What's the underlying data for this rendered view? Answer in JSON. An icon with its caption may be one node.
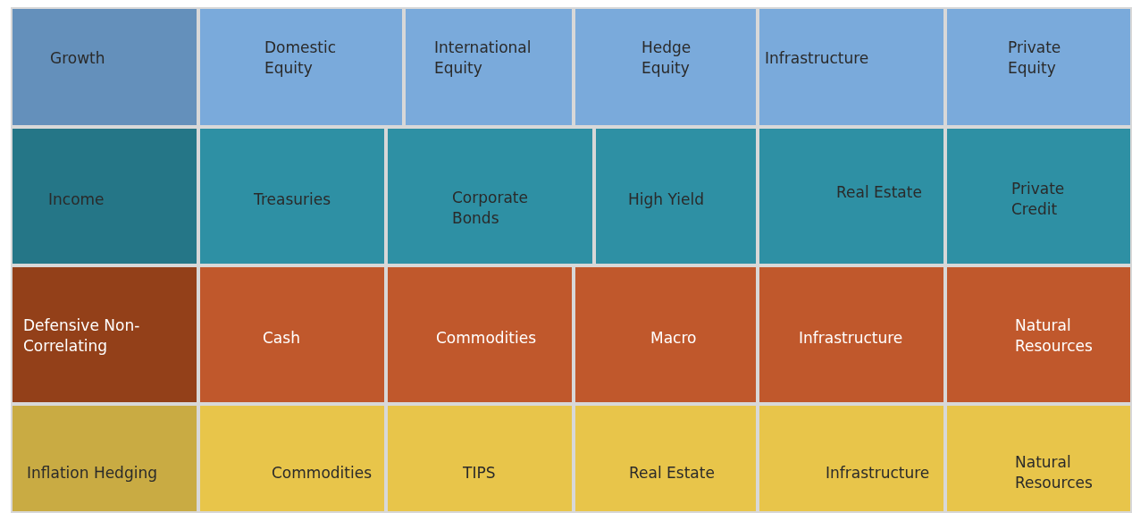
{
  "diagram": {
    "nodes": [
      {
        "text": [
          "Growth"
        ]
      },
      {
        "text": [
          "Domestic Equity"
        ]
      },
      {
        "text": [
          "International Equity"
        ]
      },
      {
        "text": [
          "Hedge Equity"
        ]
      },
      {
        "text": [
          "Infrastructure"
        ]
      },
      {
        "text": [
          "Private Equity"
        ]
      },
      {
        "text": [
          "Income"
        ]
      },
      {
        "text": [
          "Treasuries"
        ]
      },
      {
        "text": [
          "Corporate Bonds"
        ]
      },
      {
        "text": [
          "High Yield"
        ]
      },
      {
        "text": [
          "Real Estate"
        ]
      },
      {
        "text": [
          "Private Credit"
        ]
      },
      {
        "text": [
          "Defensive Non-Correlating"
        ]
      },
      {
        "text": [
          "Cash"
        ]
      },
      {
        "text": [
          "Commodities"
        ]
      },
      {
        "text": [
          "Macro"
        ]
      },
      {
        "text": [
          "Infrastructure"
        ]
      },
      {
        "text": [
          "Natural Resources"
        ]
      },
      {
        "text": [
          "Inflation Hedging"
        ]
      },
      {
        "text": [
          "Commodities"
        ]
      },
      {
        "text": [
          "TIPS"
        ]
      },
      {
        "text": [
          "Real Estate"
        ]
      },
      {
        "text": [
          "Infrastructure"
        ]
      },
      {
        "text": [
          "Natural Resources"
        ]
      }
    ]
  }
}
